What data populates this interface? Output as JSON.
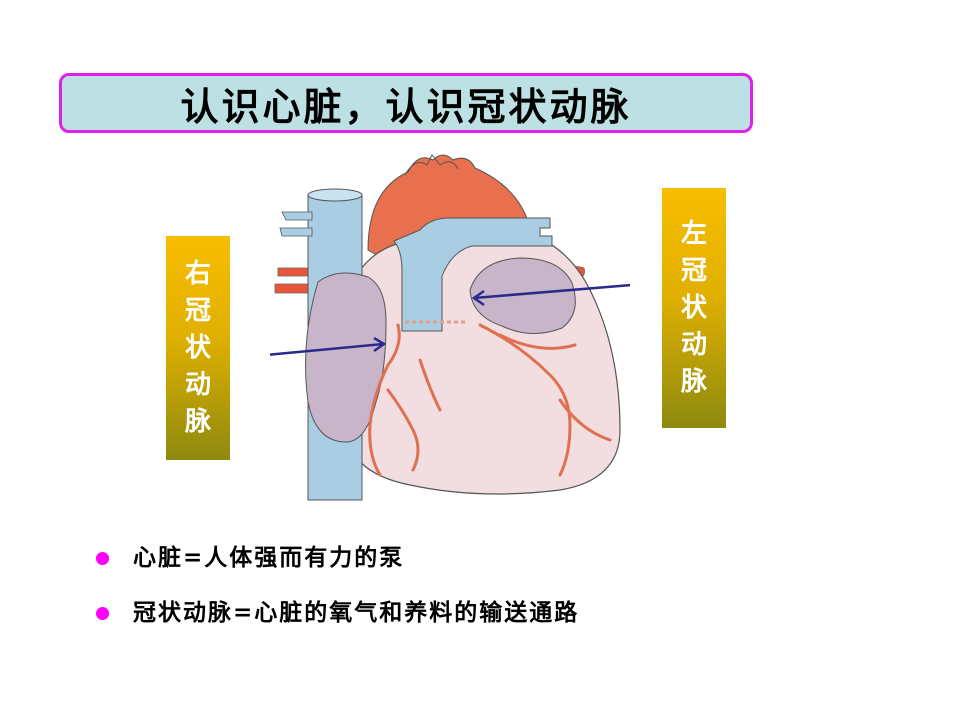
{
  "title": "认识心脏，认识冠状动脉",
  "labels": {
    "right_coronary": [
      "右",
      "冠",
      "状",
      "动",
      "脉"
    ],
    "left_coronary": [
      "左",
      "冠",
      "状",
      "动",
      "脉"
    ]
  },
  "figure": {
    "subject": "heart anatomy illustration",
    "arrow_color": "#2a2a8c"
  },
  "bullets": [
    "心脏=人体强而有力的泵",
    "冠状动脉=心脏的氧气和养料的输送通路"
  ],
  "colors": {
    "title_bg": "#bce0e3",
    "title_border": "#e020e8",
    "bullet_dot": "#ff00ff",
    "label_gradient_top": "#f8bd00",
    "label_gradient_bottom": "#8e8a10"
  }
}
